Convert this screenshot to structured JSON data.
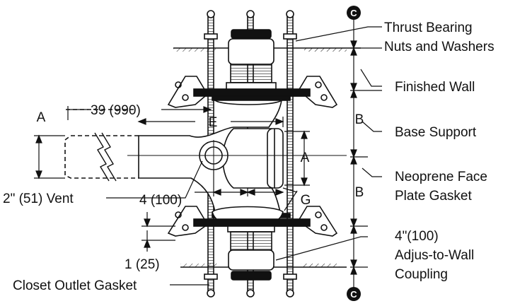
{
  "labels": {
    "thrust_bearing_1": "Thrust Bearing",
    "thrust_bearing_2": "Nuts and Washers",
    "finished_wall": "Finished Wall",
    "base_support": "Base Support",
    "neoprene_1": "Neoprene Face",
    "neoprene_2": "Plate Gasket",
    "coupling_1": "4\"(100)",
    "coupling_2": "Adjus-to-Wall",
    "coupling_3": "Coupling",
    "closet_gasket": "Closet Outlet Gasket",
    "vent": "2\" (51) Vent",
    "dim_39": "39 (990)",
    "dim_4": "4 (100)",
    "dim_1": "1 (25)"
  },
  "dim_letters": {
    "a_left": "A",
    "a_right": "A",
    "b_top": "B",
    "b_bottom": "B",
    "e": "E",
    "g": "G"
  },
  "centerline_marker": "C",
  "colors": {
    "ink": "#111111",
    "background": "#ffffff"
  }
}
